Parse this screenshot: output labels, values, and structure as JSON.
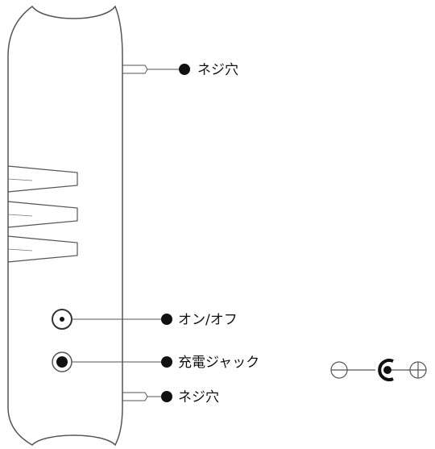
{
  "labels": {
    "screw_hole_top": "ネジ穴",
    "on_off": "オン/オフ",
    "charge_jack": "充電ジャック",
    "screw_hole_bottom": "ネジ穴"
  },
  "polarity": {
    "negative_symbol": "minus-circle-icon",
    "positive_symbol": "plus-circle-icon",
    "center": "jack-center-icon"
  },
  "colors": {
    "line": "#555555",
    "dot": "#111111",
    "text": "#111111"
  }
}
